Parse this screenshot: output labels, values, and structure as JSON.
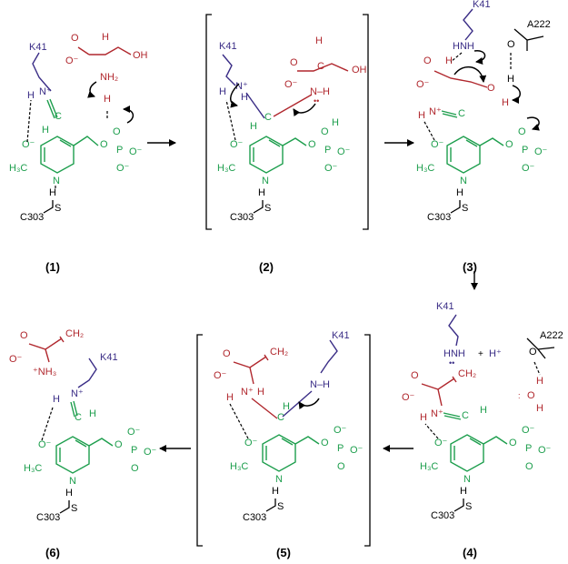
{
  "stages": [
    {
      "id": "s1",
      "label": "(1)"
    },
    {
      "id": "s2",
      "label": "(2)"
    },
    {
      "id": "s3",
      "label": "(3)"
    },
    {
      "id": "s4",
      "label": "(4)"
    },
    {
      "id": "s5",
      "label": "(5)"
    },
    {
      "id": "s6",
      "label": "(6)"
    }
  ],
  "atoms": {
    "lys": "K41",
    "cys": "C303",
    "ala": "A222",
    "N": "N",
    "Nplus": "N⁺",
    "H": "H",
    "Hplus": "H⁺",
    "S": "S",
    "O": "O",
    "Ominus": "O⁻",
    "P": "P",
    "C": "C",
    "OH": "OH",
    "NH": "N–H",
    "NH2": "NH₂",
    "NH3": "⁺NH₃",
    "HNH": "HNH",
    "CH2": "CH₂",
    "H3C": "H₃C",
    "lonepair": "••"
  },
  "colors": {
    "enzyme": "#3a2d86",
    "substrate": "#b0272d",
    "cofactor": "#1d9e4d",
    "other": "#000000"
  }
}
